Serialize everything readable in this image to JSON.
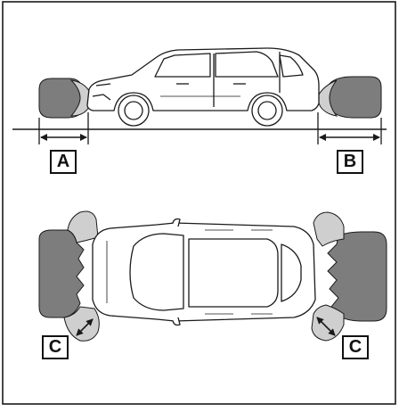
{
  "labels": {
    "a": "A",
    "b": "B",
    "c_left": "C",
    "c_right": "C"
  },
  "colors": {
    "sensor_zone_dark": "#7d7d7d",
    "sensor_zone_light": "#cfcfcf",
    "line": "#1a1a1a",
    "background": "#ffffff"
  }
}
